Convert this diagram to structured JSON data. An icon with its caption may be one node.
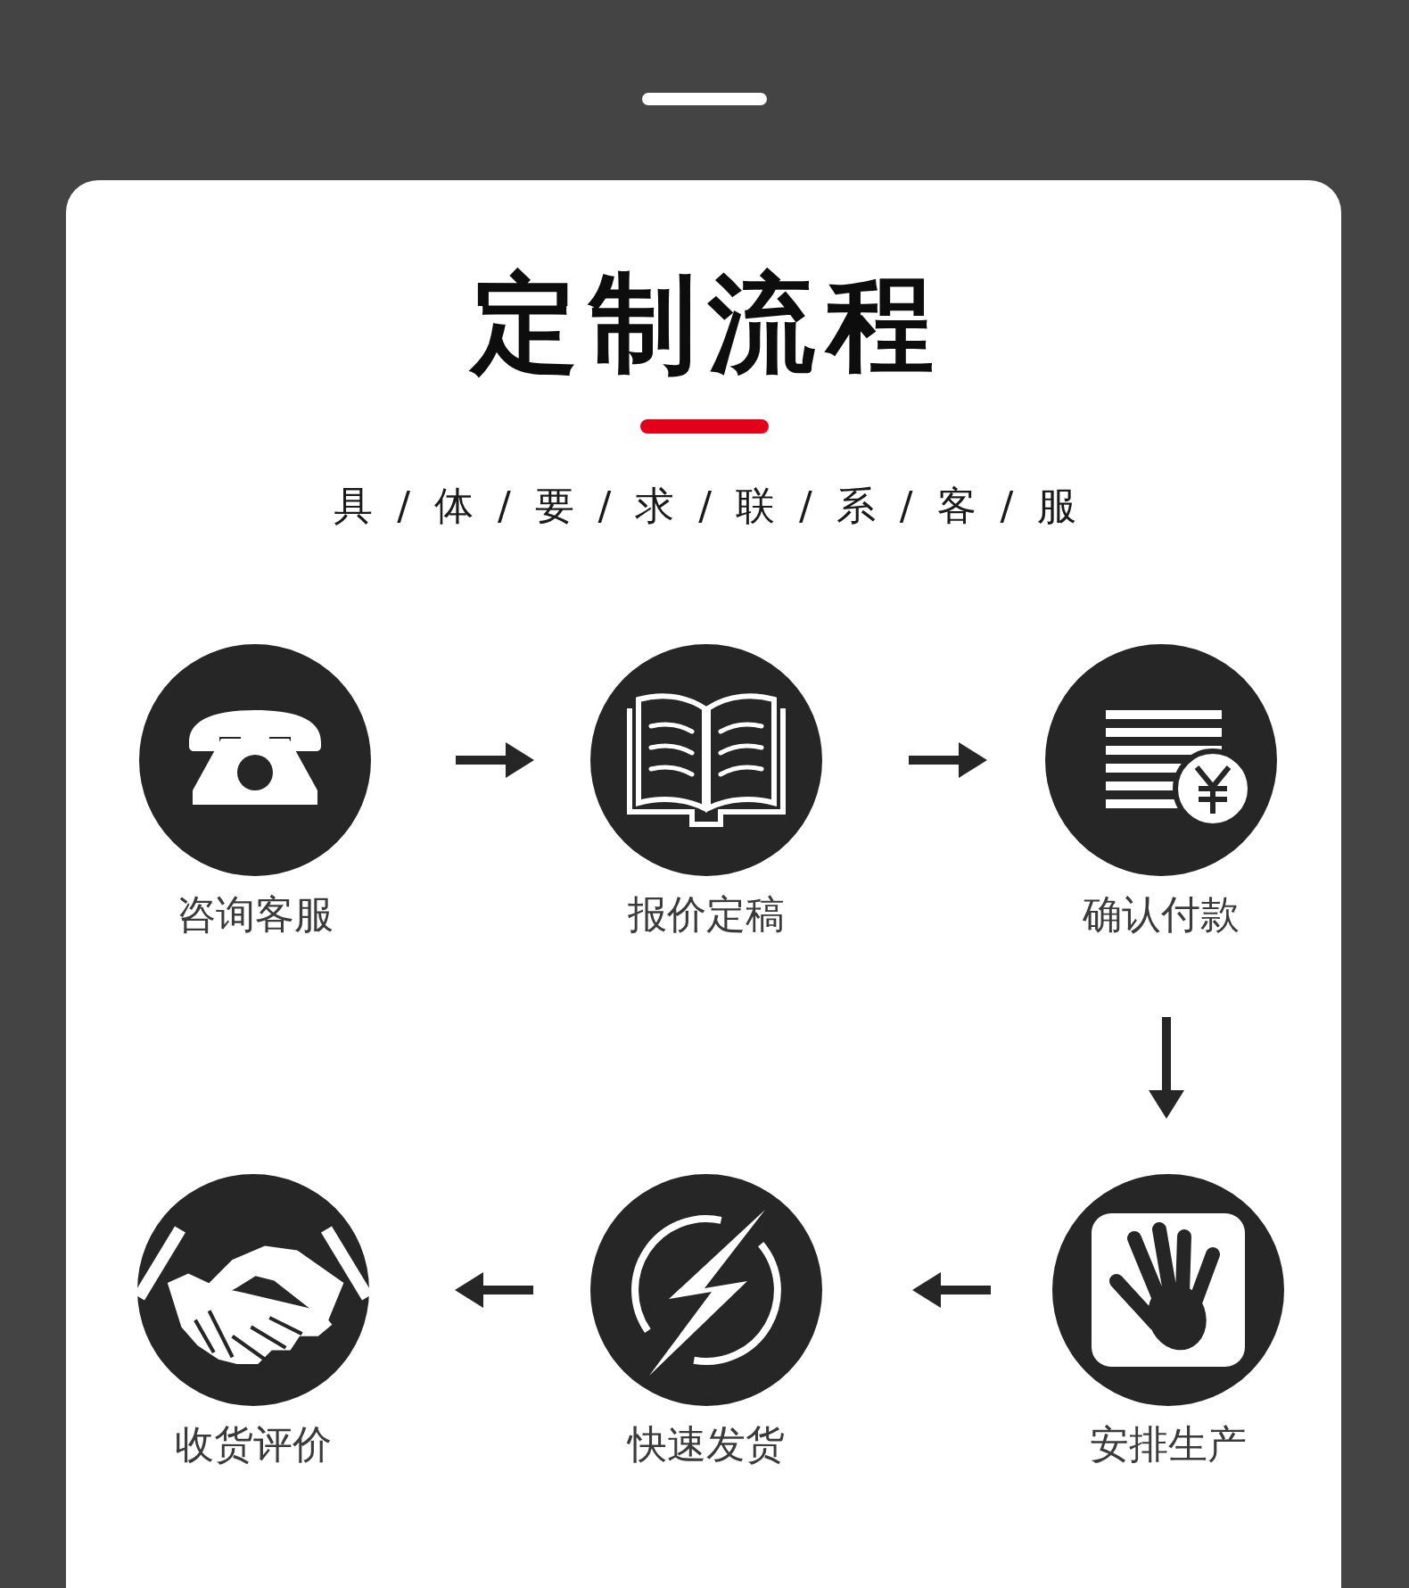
{
  "diagram": {
    "title": "定制流程",
    "nodes": [
      {
        "text": [
          "咨询客服"
        ]
      },
      {
        "text": [
          "报价定稿"
        ]
      },
      {
        "text": [
          "确认付款"
        ]
      },
      {
        "text": [
          "收货评价"
        ]
      },
      {
        "text": [
          "快速发货"
        ]
      },
      {
        "text": [
          "安排生产"
        ]
      }
    ],
    "edges": [
      {
        "from": 0,
        "to": 1,
        "arrow": "to"
      },
      {
        "from": 1,
        "to": 2,
        "arrow": "to"
      },
      {
        "from": 2,
        "to": 5,
        "arrow": "to"
      },
      {
        "from": 5,
        "to": 4,
        "arrow": "to"
      },
      {
        "from": 4,
        "to": 3,
        "arrow": "to"
      }
    ],
    "labels": [
      "具 / 体 / 要 / 求 / 联 / 系 / 客 / 服"
    ]
  }
}
